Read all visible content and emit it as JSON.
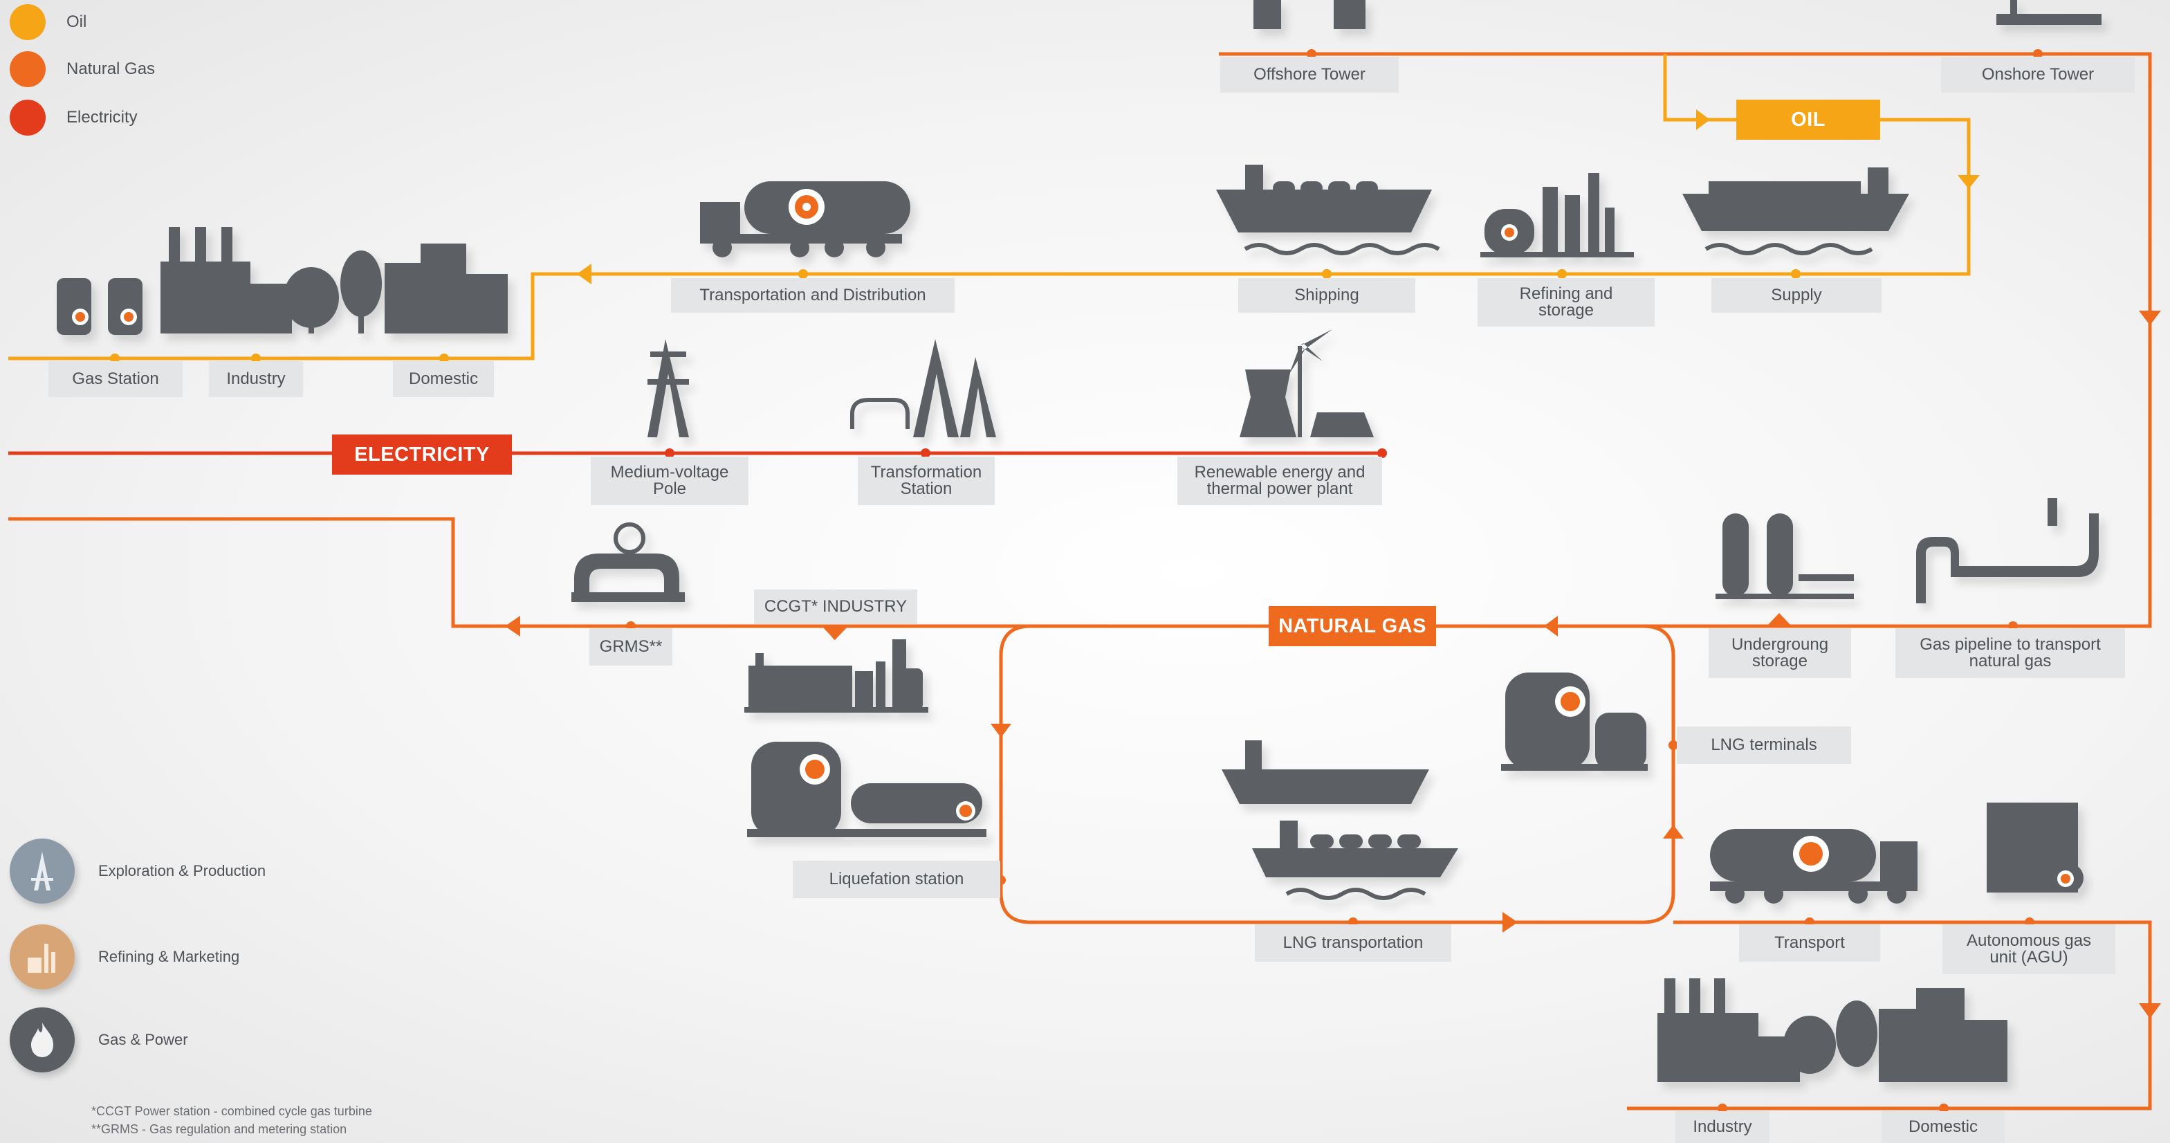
{
  "legend": {
    "oil": "Oil",
    "natural_gas": "Natural Gas",
    "electricity": "Electricity"
  },
  "colors": {
    "oil": "#F5A515",
    "natural_gas": "#EE6A1E",
    "electricity": "#E23C1C",
    "icon": "#5b5f64",
    "label_bg": "#e3e5e7"
  },
  "tags": {
    "oil": "OIL",
    "electricity": "ELECTRICITY",
    "natural_gas": "NATURAL GAS"
  },
  "labels": {
    "offshore_tower": "Offshore Tower",
    "onshore_tower": "Onshore Tower",
    "transportation_distribution": "Transportation and Distribution",
    "shipping": "Shipping",
    "refining_storage": "Refining and\nstorage",
    "supply": "Supply",
    "gas_station": "Gas Station",
    "industry_oil": "Industry",
    "domestic_oil": "Domestic",
    "medium_voltage_pole": "Medium-voltage\nPole",
    "transformation_station": "Transformation\nStation",
    "renewable_plant": "Renewable energy and\nthermal power plant",
    "grms": "GRMS**",
    "ccgt_industry": "CCGT* INDUSTRY",
    "underground_storage": "Undergroung\nstorage",
    "gas_pipeline": "Gas pipeline to transport\nnatural gas",
    "lng_terminals": "LNG terminals",
    "liquefaction_station": "Liquefation station",
    "lng_transportation": "LNG transportation",
    "transport": "Transport",
    "agu": "Autonomous gas\nunit (AGU)",
    "industry_gas": "Industry",
    "domestic_gas": "Domestic"
  },
  "segments": {
    "exploration": "Exploration & Production",
    "refining": "Refining & Marketing",
    "gas_power": "Gas & Power"
  },
  "footnotes": {
    "ccgt": "*CCGT Power station - combined cycle gas turbine",
    "grms": "**GRMS -  Gas regulation and metering station"
  }
}
